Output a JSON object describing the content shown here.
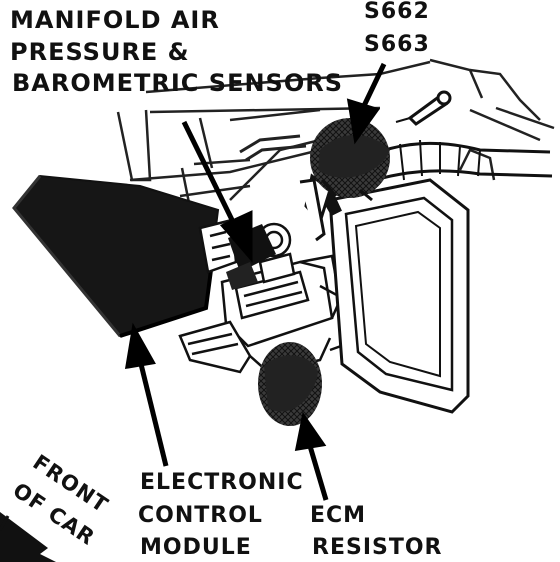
{
  "labels": {
    "map_sensors": [
      "MANIFOLD AIR",
      "PRESSURE &",
      "BAROMETRIC SENSORS"
    ],
    "splices": [
      "S662",
      "S663"
    ],
    "ecm": [
      "ELECTRONIC",
      "CONTROL",
      "MODULE"
    ],
    "ecm_resistor": [
      "ECM",
      "RESISTOR"
    ],
    "front_of_car": [
      "FRONT",
      "OF CAR"
    ]
  },
  "colors": {
    "ink": "#111111",
    "paper": "#ffffff"
  }
}
